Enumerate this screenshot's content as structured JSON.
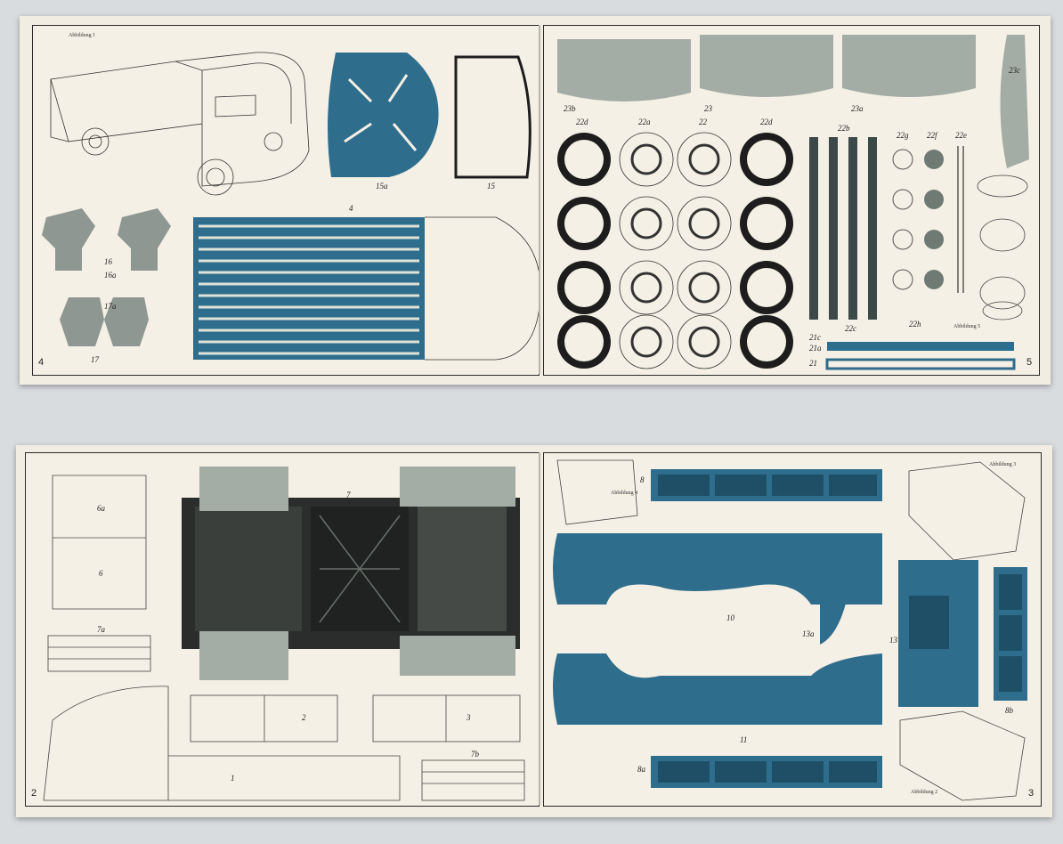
{
  "spread_top": {
    "left_page": {
      "page_number": "4",
      "figure_caption": "Abbildung 1",
      "part_labels": [
        "15a",
        "15",
        "4",
        "16",
        "16a",
        "17a",
        "17"
      ]
    },
    "right_page": {
      "page_number": "5",
      "figure_caption": "Abbildung 5",
      "part_labels": [
        "23b",
        "23",
        "23a",
        "23c",
        "22d",
        "22a",
        "22",
        "22d",
        "22b",
        "22g",
        "22f",
        "22e",
        "22c",
        "22h",
        "21c",
        "21a",
        "21"
      ]
    }
  },
  "spread_bottom": {
    "left_page": {
      "page_number": "2",
      "part_labels": [
        "6a",
        "6",
        "7",
        "7a",
        "1",
        "2",
        "3",
        "7b"
      ]
    },
    "right_page": {
      "page_number": "3",
      "figure_caption_top": "Abbildung 3",
      "figure_caption_inset": "Abbildung 4",
      "figure_caption_bottom": "Abbildung 2",
      "part_labels": [
        "8",
        "10",
        "11",
        "13",
        "13a",
        "8a",
        "8b"
      ]
    }
  },
  "colors": {
    "background": "#d9dcdf",
    "paper": "#f4f0e5",
    "blue_print": "#2f6d8c",
    "gray_print": "#a4aca6",
    "tire_black": "#1d1d1d"
  }
}
